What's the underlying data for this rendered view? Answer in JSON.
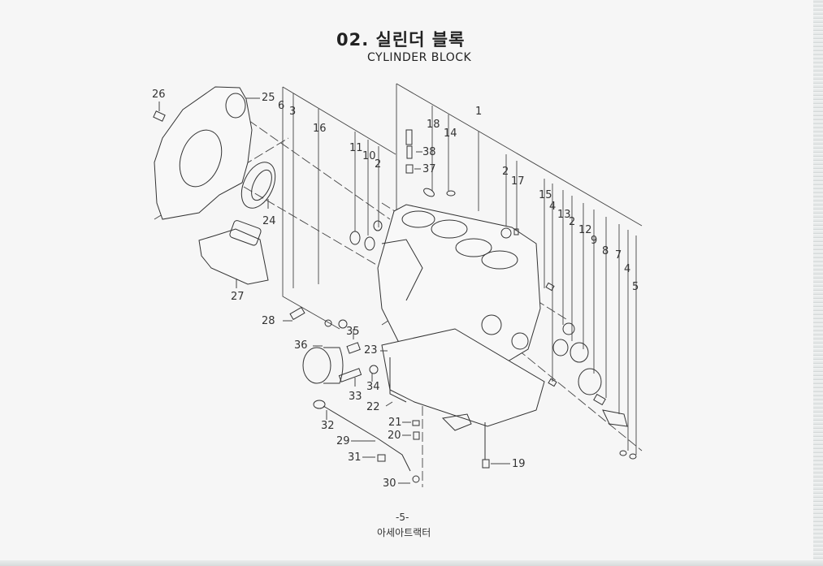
{
  "header": {
    "title_ko": "02. 실린더 블록",
    "title_en": "CYLINDER BLOCK"
  },
  "footer": {
    "page_number": "-5-",
    "publisher": "아세아트랙터"
  },
  "callouts": [
    {
      "id": "26",
      "label": "26"
    },
    {
      "id": "25",
      "label": "25"
    },
    {
      "id": "6",
      "label": "6"
    },
    {
      "id": "3",
      "label": "3"
    },
    {
      "id": "16",
      "label": "16"
    },
    {
      "id": "11",
      "label": "11"
    },
    {
      "id": "10",
      "label": "10"
    },
    {
      "id": "2a",
      "label": "2"
    },
    {
      "id": "18",
      "label": "18"
    },
    {
      "id": "14",
      "label": "14"
    },
    {
      "id": "38",
      "label": "38"
    },
    {
      "id": "37",
      "label": "37"
    },
    {
      "id": "1",
      "label": "1"
    },
    {
      "id": "2b",
      "label": "2"
    },
    {
      "id": "17",
      "label": "17"
    },
    {
      "id": "15",
      "label": "15"
    },
    {
      "id": "4a",
      "label": "4"
    },
    {
      "id": "13",
      "label": "13"
    },
    {
      "id": "2c",
      "label": "2"
    },
    {
      "id": "12",
      "label": "12"
    },
    {
      "id": "9",
      "label": "9"
    },
    {
      "id": "8",
      "label": "8"
    },
    {
      "id": "7",
      "label": "7"
    },
    {
      "id": "4b",
      "label": "4"
    },
    {
      "id": "5",
      "label": "5"
    },
    {
      "id": "24",
      "label": "24"
    },
    {
      "id": "27",
      "label": "27"
    },
    {
      "id": "28",
      "label": "28"
    },
    {
      "id": "35",
      "label": "35"
    },
    {
      "id": "36",
      "label": "36"
    },
    {
      "id": "23",
      "label": "23"
    },
    {
      "id": "34",
      "label": "34"
    },
    {
      "id": "33",
      "label": "33"
    },
    {
      "id": "22",
      "label": "22"
    },
    {
      "id": "32",
      "label": "32"
    },
    {
      "id": "21",
      "label": "21"
    },
    {
      "id": "20",
      "label": "20"
    },
    {
      "id": "29",
      "label": "29"
    },
    {
      "id": "31",
      "label": "31"
    },
    {
      "id": "30",
      "label": "30"
    },
    {
      "id": "19",
      "label": "19"
    }
  ]
}
